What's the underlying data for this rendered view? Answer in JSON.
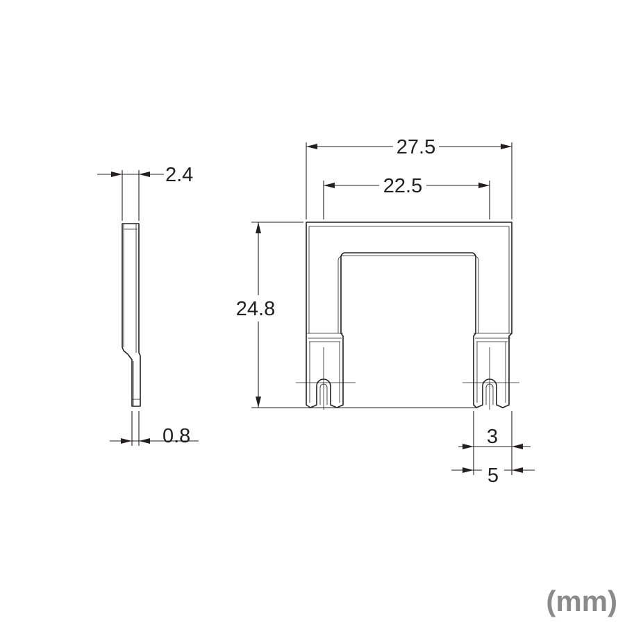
{
  "dimensions": {
    "overall_width": "27.5",
    "inner_width": "22.5",
    "height": "24.8",
    "side_width": "2.4",
    "thickness": "0.8",
    "slot_width": "3",
    "tab_width": "5"
  },
  "unit_label": "(mm)"
}
